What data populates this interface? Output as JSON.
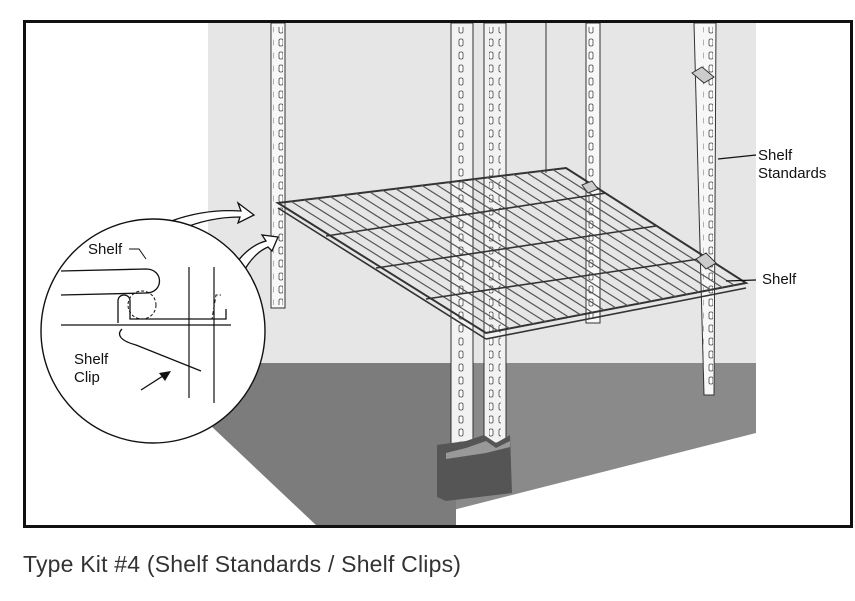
{
  "labels": {
    "shelf_standards_line1": "Shelf",
    "shelf_standards_line2": "Standards",
    "shelf_right": "Shelf",
    "detail_shelf": "Shelf",
    "detail_clip_line1": "Shelf",
    "detail_clip_line2": "Clip"
  },
  "caption": "Type Kit #4 (Shelf Standards / Shelf Clips)",
  "colors": {
    "wall": "#e6e6e6",
    "floor": "#8a8a8a",
    "frame": "#111111",
    "base_block": "#555555"
  }
}
